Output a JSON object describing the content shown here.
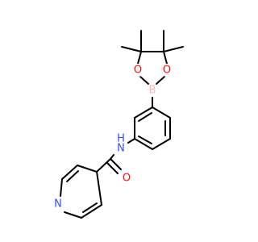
{
  "atoms": {
    "O1": {
      "symbol": "O",
      "color": "#ff0d0d"
    },
    "O2": {
      "symbol": "O",
      "color": "#ff0d0d"
    },
    "B": {
      "symbol": "B",
      "color": "#ffb5b5"
    },
    "N_amide": {
      "symbol": "N",
      "color": "#3050f8"
    },
    "H_amide": {
      "symbol": "H",
      "color": "#3050f8"
    },
    "O_carbonyl": {
      "symbol": "O",
      "color": "#ff0d0d"
    },
    "N_pyridine": {
      "symbol": "N",
      "color": "#3050f8"
    }
  }
}
